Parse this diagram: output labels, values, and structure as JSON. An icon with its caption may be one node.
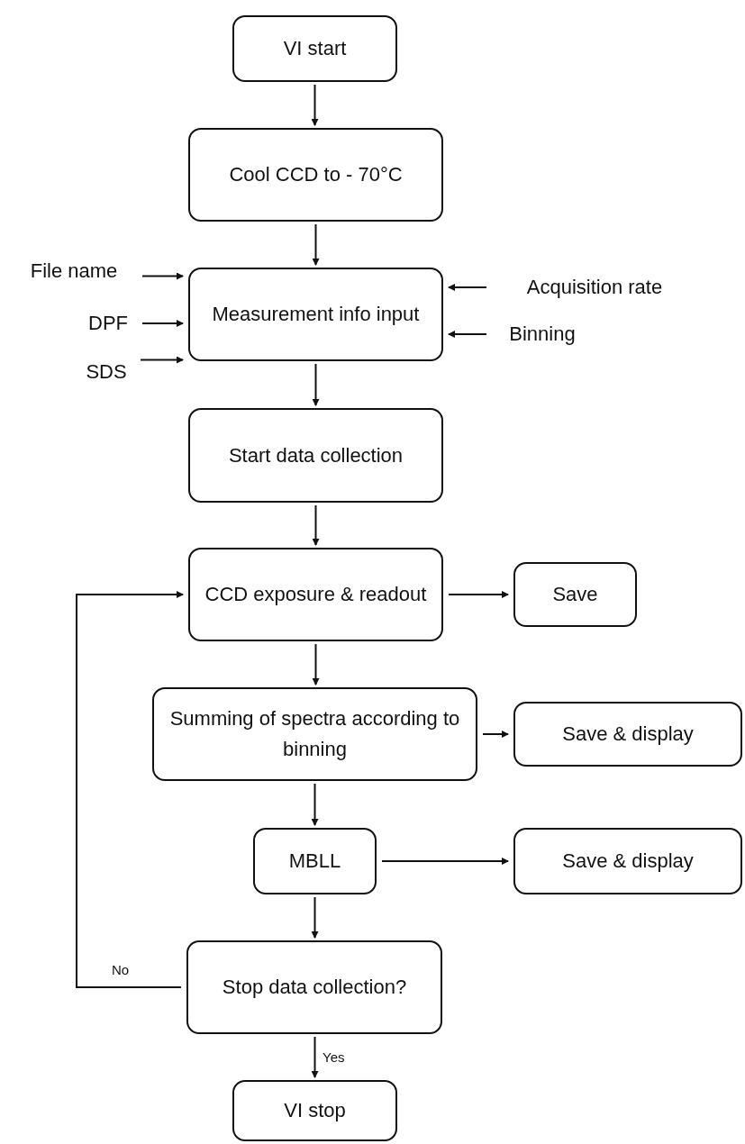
{
  "diagram": {
    "nodes": [
      {
        "text": [
          "VI start"
        ]
      },
      {
        "text": [
          "Cool CCD to - 70°C"
        ]
      },
      {
        "text": [
          "Measurement info input"
        ]
      },
      {
        "text": [
          "File name"
        ]
      },
      {
        "text": [
          "DPF"
        ]
      },
      {
        "text": [
          "SDS"
        ]
      },
      {
        "text": [
          "Acquisition rate"
        ]
      },
      {
        "text": [
          "Binning"
        ]
      },
      {
        "text": [
          "Start data collection"
        ]
      },
      {
        "text": [
          "CCD exposure & readout"
        ]
      },
      {
        "text": [
          "Save"
        ]
      },
      {
        "text": [
          "Summing of spectra according to binning"
        ]
      },
      {
        "text": [
          "Save & display"
        ]
      },
      {
        "text": [
          "MBLL"
        ]
      },
      {
        "text": [
          "Save & display"
        ]
      },
      {
        "text": [
          "Stop data collection?"
        ]
      },
      {
        "text": [
          "VI stop"
        ]
      }
    ],
    "edges": [
      {
        "from": 0,
        "to": 1,
        "arrow": "to"
      },
      {
        "from": 1,
        "to": 2,
        "arrow": "to"
      },
      {
        "from": 3,
        "to": 2,
        "arrow": "to"
      },
      {
        "from": 4,
        "to": 2,
        "arrow": "to"
      },
      {
        "from": 5,
        "to": 2,
        "arrow": "to"
      },
      {
        "from": 6,
        "to": 2,
        "arrow": "to"
      },
      {
        "from": 7,
        "to": 2,
        "arrow": "to"
      },
      {
        "from": 2,
        "to": 8,
        "arrow": "to"
      },
      {
        "from": 8,
        "to": 9,
        "arrow": "to"
      },
      {
        "from": 9,
        "to": 10,
        "arrow": "to"
      },
      {
        "from": 9,
        "to": 11,
        "arrow": "to"
      },
      {
        "from": 11,
        "to": 12,
        "arrow": "to"
      },
      {
        "from": 11,
        "to": 13,
        "arrow": "to"
      },
      {
        "from": 13,
        "to": 14,
        "arrow": "to"
      },
      {
        "from": 13,
        "to": 15,
        "arrow": "to"
      },
      {
        "from": 15,
        "to": 9,
        "label": "No",
        "arrow": "to"
      },
      {
        "from": 15,
        "to": 16,
        "label": "Yes",
        "arrow": "to"
      }
    ]
  }
}
